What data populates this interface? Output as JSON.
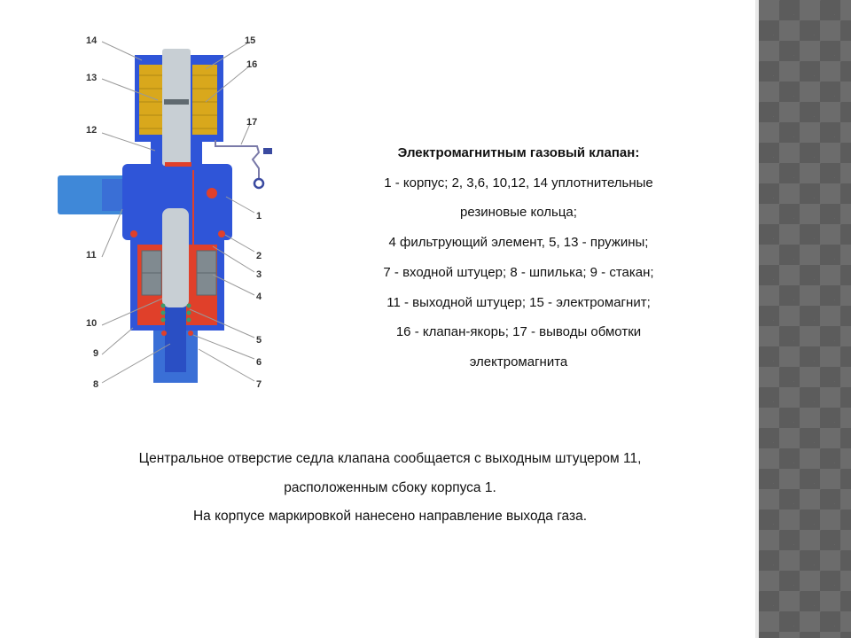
{
  "diagram": {
    "labels": [
      "1",
      "2",
      "3",
      "4",
      "5",
      "6",
      "7",
      "8",
      "9",
      "10",
      "11",
      "12",
      "13",
      "14",
      "15",
      "16",
      "17"
    ]
  },
  "caption": {
    "title": "Электромагнитным газовый клапан:",
    "lines": [
      "1 - корпус; 2, 3,6, 10,12, 14 уплотнительные",
      "резиновые кольца;",
      "4 фильтрующий элемент, 5, 13 - пружины;",
      "7 - входной штуцер; 8 - шпилька; 9 - стакан;",
      "11 - выходной штуцер; 15 - электромагнит;",
      " 16 - клапан-якорь; 17 - выводы обмотки",
      "электромагнита"
    ]
  },
  "paragraph": {
    "lines": [
      "Центральное отверстие седла клапана сообщается с выходным штуцером 11,",
      "расположенным сбоку корпуса 1.",
      "На корпусе маркировкой нанесено направление выхода газа."
    ]
  },
  "colors": {
    "body": "#2f55d8",
    "coil": "#d9a81c",
    "red": "#e0402a",
    "steel": "#c8cfd4",
    "strip": "#6c6c6c"
  }
}
